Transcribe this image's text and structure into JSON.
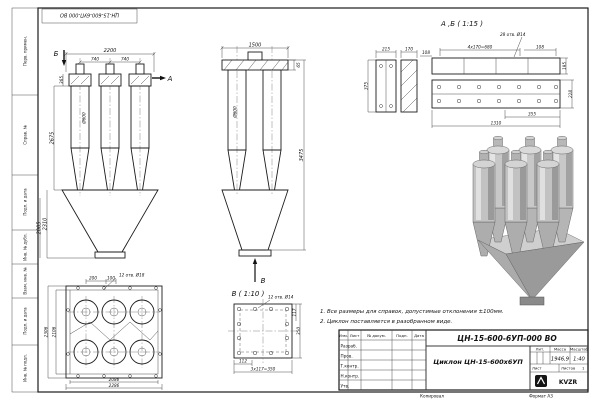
{
  "page": {
    "stamp_top": "ЦН-15-600-6УП-000 ВО",
    "copy_label": "Копировал",
    "format_label": "Формат А3"
  },
  "margins": {
    "perv_primen": "Перв. примен.",
    "sprav_no": "Справ. №",
    "podp_data_1": "Подп. и дата",
    "inv_dubl": "Инв. № дубл.",
    "vzam_inv": "Взам. инв. №",
    "podp_data_2": "Подп. и дата",
    "inv_podl": "Инв. № подл."
  },
  "front": {
    "dim_2200": "2200",
    "dim_740a": "740",
    "dim_740b": "740",
    "dim_365": "365",
    "dim_2675": "2675",
    "dim_2310": "2310",
    "dim_2005": "2005",
    "dim_dia": "Ø600",
    "label_a": "А",
    "label_b": "Б"
  },
  "side": {
    "dim_1500": "1500",
    "dim_65": "65",
    "dim_3475": "3475",
    "dim_dia": "Ø600",
    "label_v": "В"
  },
  "detail_ab": {
    "title": "А ,Б ( 1:15 )",
    "dim_215": "215",
    "dim_170": "170",
    "dim_4x170": "4x170=680",
    "dim_108a": "108",
    "dim_108b": "108",
    "dim_375": "375",
    "dim_195": "195",
    "dim_228": "228",
    "dim_1310": "1310",
    "dim_355": "355",
    "holes": "28 отв. Ø14"
  },
  "plan": {
    "dim_200": "200",
    "dim_100": "100",
    "dim_2106": "2106",
    "dim_2306": "2306",
    "dim_2086": "2086",
    "dim_2286": "2286",
    "holes": "12 отв. Ø18"
  },
  "detail_v": {
    "title": "В ( 1:10 )",
    "dim_112": "112",
    "dim_117": "117",
    "dim_350": "350",
    "dim_3x117": "3x117=350",
    "holes": "12 отв. Ø14"
  },
  "notes": {
    "line1": "1. Все размеры для справок, допустимые отклонения ±100мм.",
    "line2": "2. Циклон поставляется в разобранном виде."
  },
  "title_block": {
    "doc_number": "ЦН-15-600-6УП-000 ВО",
    "product_name": "Циклон ЦН-15-600х6УП",
    "col_izm": "Изм.",
    "col_list": "Лист",
    "col_dokum": "№ докум.",
    "col_podp": "Подп.",
    "col_data": "Дата",
    "row_razrab": "Разраб.",
    "row_prov": "Пров.",
    "row_tkontr": "Т.контр.",
    "row_nkontr": "Н.контр.",
    "row_utv": "Утв.",
    "lit_label": "Лит.",
    "mass_label": "Масса",
    "scale_label": "Масштаб",
    "mass_value": "1946,9",
    "scale_value": "1:40",
    "sheet_label": "Лист",
    "sheets_label": "Листов",
    "sheets_value": "1",
    "company": "KVZR"
  }
}
